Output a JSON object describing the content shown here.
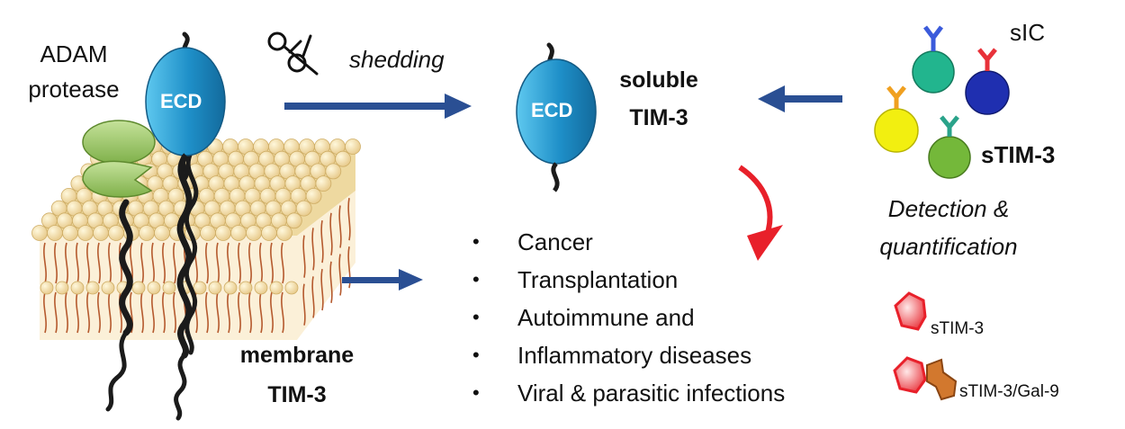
{
  "labels": {
    "adam": "ADAM",
    "protease": "protease",
    "shedding": "shedding",
    "ecd_membrane": "ECD",
    "ecd_soluble": "ECD",
    "soluble_line1": "soluble",
    "soluble_line2": "TIM-3",
    "sic": "sIC",
    "stim3_bold": "sTIM-3",
    "detection_line1": "Detection &",
    "detection_line2": "quantification",
    "membrane_line1": "membrane",
    "membrane_line2": "TIM-3",
    "legend_stim3": "sTIM-3",
    "legend_stim3_gal9": "sTIM-3/Gal-9"
  },
  "conditions": [
    "Cancer",
    "Transplantation",
    "Autoimmune and",
    "Inflammatory diseases",
    "Viral & parasitic infections"
  ],
  "colors": {
    "arrow": "#2a4f93",
    "ecd": "#1e8fc8",
    "protease": "#9ccc65",
    "membrane_head": "#f3dfa6",
    "membrane_tail": "#b55a2e",
    "curved_arrow": "#e8202a",
    "ab_teal": "#22b58e",
    "ab_navy": "#1f2fb0",
    "ab_yellow": "#f2ef10",
    "ab_green": "#74b83a",
    "stim3_shape": "#e8323a",
    "gal9_shape": "#d2782e"
  },
  "icons": [
    "scissors-icon",
    "antibody-icon",
    "stim3-icon",
    "gal9-icon"
  ]
}
